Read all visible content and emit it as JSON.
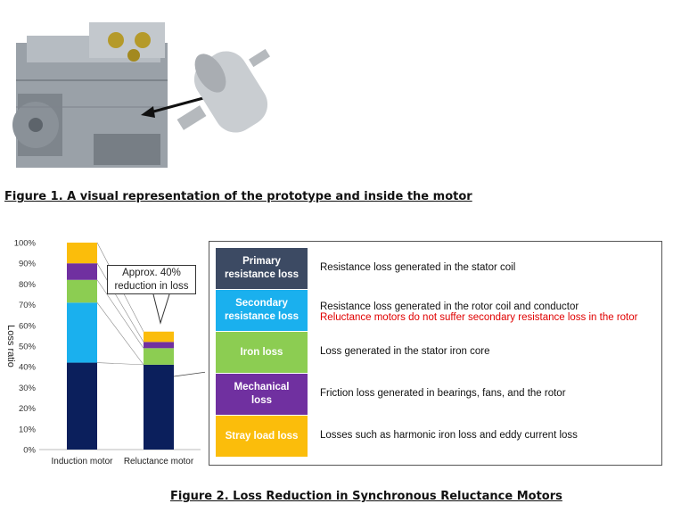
{
  "figure1": {
    "caption": "Figure 1. A visual representation of the prototype and inside the motor"
  },
  "figure2": {
    "caption": "Figure 2. Loss Reduction in Synchronous Reluctance Motors"
  },
  "callout": {
    "text": "Approx. 40%\nreduction in loss"
  },
  "colors": {
    "primary": "#3c4a63",
    "secondary": "#1ab0ee",
    "iron": "#8ccd52",
    "mechanical": "#7030a0",
    "stray": "#fbbd0b",
    "base": "#0b1f5c"
  },
  "legend": [
    {
      "label": "Primary\nresistance loss",
      "color": "#3c4a63",
      "description": "Resistance loss generated in the stator coil",
      "note": ""
    },
    {
      "label": "Secondary\nresistance loss",
      "color": "#1ab0ee",
      "description": "Resistance loss generated in the rotor coil and conductor",
      "note": "Reluctance motors do not suffer secondary resistance loss in the rotor"
    },
    {
      "label": "Iron loss",
      "color": "#8ccd52",
      "description": "Loss generated in the stator iron core",
      "note": ""
    },
    {
      "label": "Mechanical\nloss",
      "color": "#7030a0",
      "description": "Friction loss generated in bearings, fans, and the rotor",
      "note": ""
    },
    {
      "label": "Stray load loss",
      "color": "#fbbd0b",
      "description": "Losses such as harmonic iron loss and eddy current loss",
      "note": ""
    }
  ],
  "chart_data": {
    "type": "bar",
    "stacked": true,
    "ylabel": "Loss ratio",
    "ylim": [
      0,
      100
    ],
    "yticks": [
      "0%",
      "10%",
      "20%",
      "30%",
      "40%",
      "50%",
      "60%",
      "70%",
      "80%",
      "90%",
      "100%"
    ],
    "categories": [
      "Induction motor",
      "Reluctance motor"
    ],
    "series": [
      {
        "name": "Primary resistance loss",
        "color": "#0b1f5c",
        "values": [
          42,
          41
        ]
      },
      {
        "name": "Secondary resistance loss",
        "color": "#1ab0ee",
        "values": [
          29,
          0
        ]
      },
      {
        "name": "Iron loss",
        "color": "#8ccd52",
        "values": [
          11,
          8
        ]
      },
      {
        "name": "Mechanical loss",
        "color": "#7030a0",
        "values": [
          8,
          3
        ]
      },
      {
        "name": "Stray load loss",
        "color": "#fbbd0b",
        "values": [
          10,
          5
        ]
      }
    ]
  }
}
